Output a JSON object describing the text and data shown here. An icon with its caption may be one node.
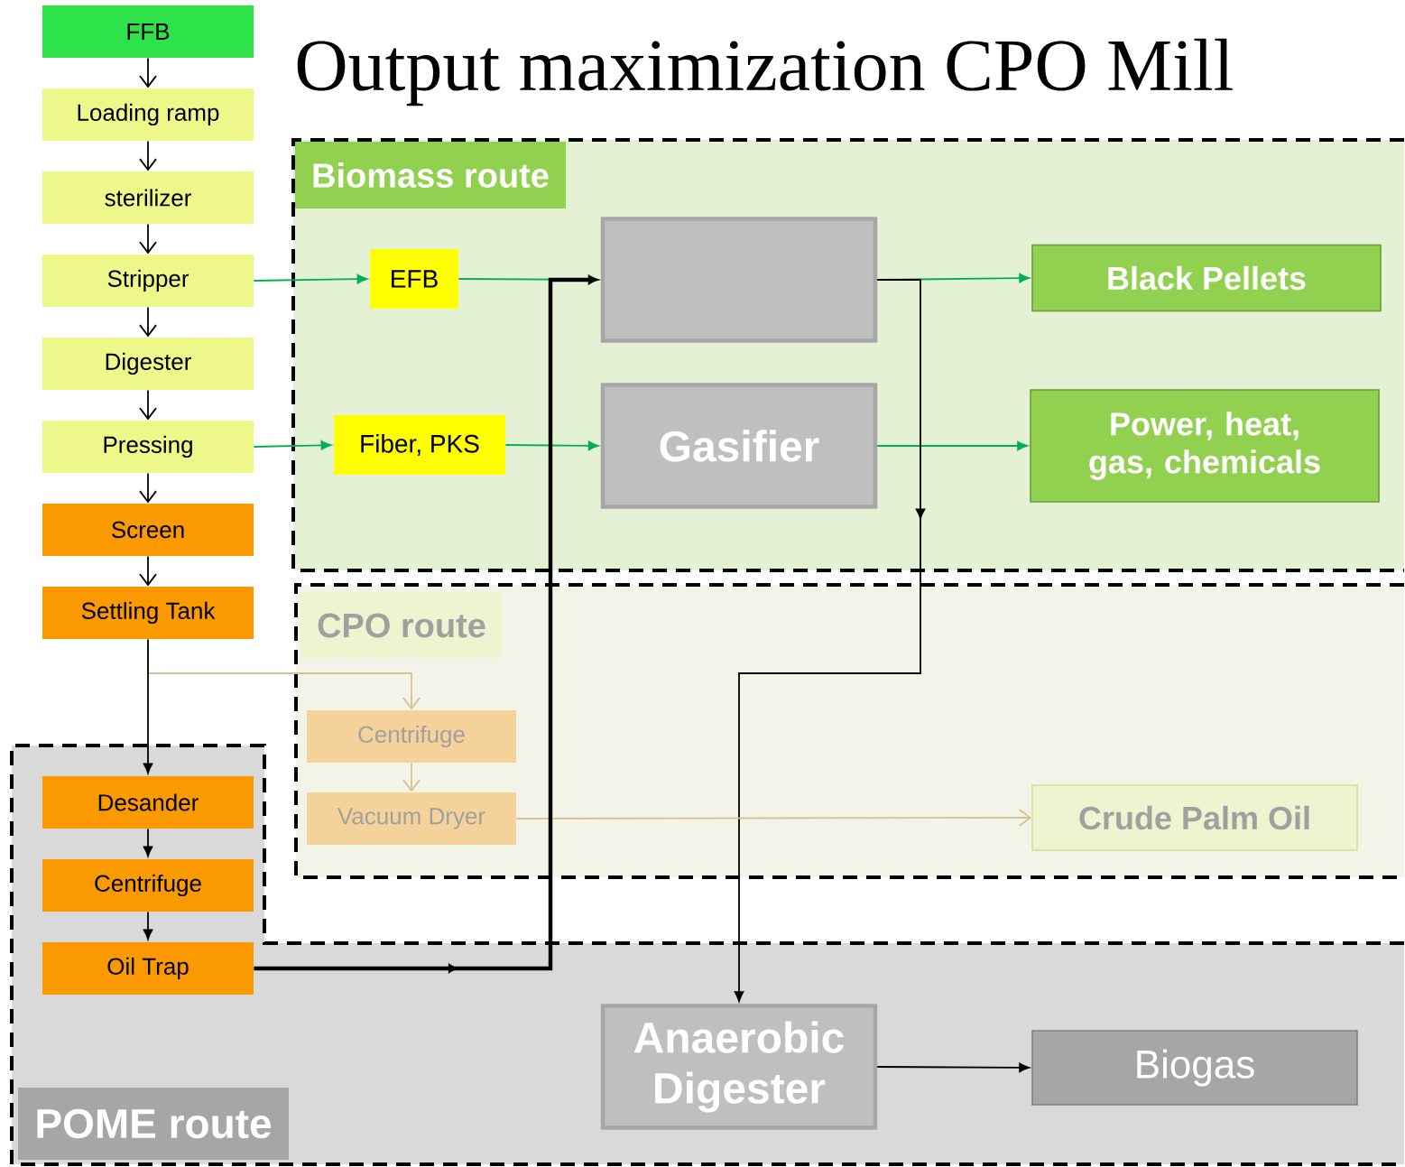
{
  "diagram": {
    "title": "Output maximization CPO Mill",
    "nodes": [
      {
        "text": [
          "FFB"
        ]
      },
      {
        "text": [
          "Loading ramp"
        ]
      },
      {
        "text": [
          "sterilizer"
        ]
      },
      {
        "text": [
          "Stripper"
        ]
      },
      {
        "text": [
          "Digester"
        ]
      },
      {
        "text": [
          "Pressing"
        ]
      },
      {
        "text": [
          "Screen"
        ]
      },
      {
        "text": [
          "Settling Tank"
        ]
      },
      {
        "text": [
          "Biomass route"
        ]
      },
      {
        "text": [
          "EFB"
        ],
        "in": 8
      },
      {
        "text": [
          "Fiber, PKS"
        ],
        "in": 8
      },
      {
        "text": [],
        "shape": "box",
        "in": 8
      },
      {
        "text": [
          "Gasifier"
        ],
        "in": 8
      },
      {
        "text": [
          "Black Pellets"
        ],
        "in": 8
      },
      {
        "text": [
          "Power, heat, gas, chemicals"
        ],
        "in": 8
      },
      {
        "text": [
          "CPO route"
        ]
      },
      {
        "text": [
          "Centrifuge"
        ],
        "in": 15
      },
      {
        "text": [
          "Vacuum Dryer"
        ],
        "in": 15
      },
      {
        "text": [
          "Crude Palm Oil"
        ],
        "in": 15
      },
      {
        "text": [
          "POME route"
        ]
      },
      {
        "text": [
          "Desander"
        ],
        "in": 19
      },
      {
        "text": [
          "Centrifuge"
        ],
        "in": 19
      },
      {
        "text": [
          "Oil Trap"
        ],
        "in": 19
      },
      {
        "text": [
          "Anaerobic Digester"
        ],
        "in": 19
      },
      {
        "text": [
          "Biogas"
        ],
        "in": 19
      }
    ],
    "edges": [
      {
        "from": 0,
        "to": 1,
        "arrow": "to"
      },
      {
        "from": 1,
        "to": 2,
        "arrow": "to"
      },
      {
        "from": 2,
        "to": 3,
        "arrow": "to"
      },
      {
        "from": 3,
        "to": 4,
        "arrow": "to"
      },
      {
        "from": 4,
        "to": 5,
        "arrow": "to"
      },
      {
        "from": 5,
        "to": 6,
        "arrow": "to"
      },
      {
        "from": 6,
        "to": 7,
        "arrow": "to"
      },
      {
        "from": 3,
        "to": 9,
        "arrow": "to",
        "color": "#00b050"
      },
      {
        "from": 9,
        "to": 11,
        "arrow": "to",
        "color": "#00b050"
      },
      {
        "from": 5,
        "to": 10,
        "arrow": "to",
        "color": "#00b050"
      },
      {
        "from": 10,
        "to": 12,
        "arrow": "to",
        "color": "#00b050"
      },
      {
        "from": 11,
        "to": 13,
        "arrow": "to",
        "color": "#00b050"
      },
      {
        "from": 12,
        "to": 14,
        "arrow": "to",
        "color": "#00b050"
      },
      {
        "from": 11,
        "to": 23,
        "arrow": "to"
      },
      {
        "from": 7,
        "to": 16,
        "arrow": "to",
        "color": "#d6c192"
      },
      {
        "from": 16,
        "to": 17,
        "arrow": "to",
        "color": "#d6c192"
      },
      {
        "from": 17,
        "to": 18,
        "arrow": "to",
        "color": "#d6c192"
      },
      {
        "from": 7,
        "to": 20,
        "arrow": "to"
      },
      {
        "from": 20,
        "to": 21,
        "arrow": "to"
      },
      {
        "from": 21,
        "to": 22,
        "arrow": "to"
      },
      {
        "from": 22,
        "to": 11,
        "arrow": "to",
        "style": "thick"
      },
      {
        "from": 23,
        "to": 24,
        "arrow": "to"
      }
    ]
  }
}
